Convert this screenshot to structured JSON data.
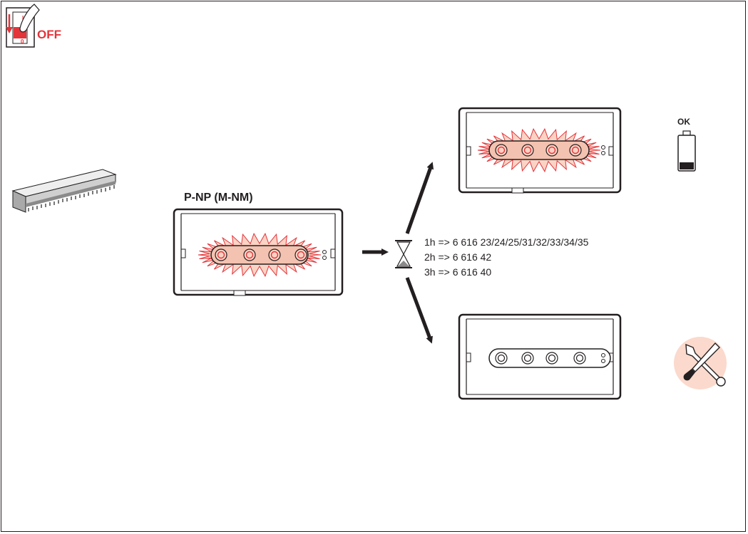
{
  "power_switch": {
    "state_label": "OFF",
    "on_mark": "I",
    "off_mark": "0"
  },
  "device": {
    "model_label": "P-NP (M-NM)"
  },
  "outcome_ok": {
    "status_label": "OK",
    "icon": "battery-low-icon"
  },
  "outcome_fault": {
    "icon": "tools-icon"
  },
  "timing": {
    "icon": "hourglass-icon",
    "lines": [
      "1h => 6 616 23/24/25/31/32/33/34/35",
      "2h => 6 616 42",
      "3h => 6 616 40"
    ]
  },
  "colors": {
    "accent": "#e4343a",
    "glow": "#fbd3c4",
    "ink": "#231f20",
    "tool_bg": "#fbd9cc"
  }
}
